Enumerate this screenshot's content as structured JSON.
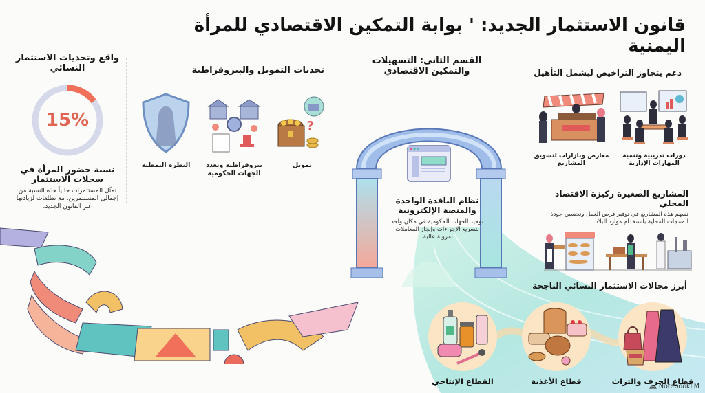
{
  "header": {
    "title": "قانون الاستثمار الجديد: ' بوابة التمكين الاقتصادي للمرأة اليمنية"
  },
  "left_panel": {
    "heading": "واقع وتحديات الاستثمار النسائي",
    "stat_value": "15%",
    "stat_percent": 15,
    "stat_title": "نسبة حضور المرأة في سجلات الاستثمار",
    "stat_description": "تمثّل المستثمرات حالياً هذه النسبة من إجمالي المستثمرين، مع تطلعات لزيادتها عبر القانون الجديد.",
    "colors": {
      "accent": "#f0705a",
      "track": "#d6d9ea"
    }
  },
  "challenges": {
    "heading": "تحديات التمويل والبيروقراطية",
    "items": [
      {
        "label": "النظرة النمطية",
        "icon": "shield-icon"
      },
      {
        "label": "بيروقراطية وتعدد الجهات الحكومية",
        "icon": "bureaucracy-icon"
      },
      {
        "label": "تمويل",
        "icon": "treasure-chest-icon"
      }
    ]
  },
  "section_two": {
    "heading": "القسم الثاني: التسهيلات والتمكين الاقتصادي",
    "gateway_title": "نظام النافذة الواحدة والمنصة الإلكترونية",
    "gateway_description": "توحيد الجهات الحكومية في مكان واحد لتسريع الإجراءات وإنجاز المعاملات بمرونة عالية."
  },
  "support": {
    "heading": "دعم يتجاوز التراخيص ليشمل التأهيل",
    "items": [
      {
        "label": "معارض وبازارات لتسويق المشاريع",
        "icon": "market-stall-icon"
      },
      {
        "label": "دورات تدريبية وتنمية المهارات الإدارية",
        "icon": "training-icon"
      }
    ]
  },
  "small_projects": {
    "heading": "المشاريع الصغيرة ركيزة الاقتصاد المحلي",
    "description": "تسهم هذه المشاريع في توفير فرص العمل وتحسين جودة المنتجات المحلية باستخدام موارد البلاد."
  },
  "sectors": {
    "heading": "أبرز مجالات الاستثمار النسائي الناجحة",
    "items": [
      {
        "label": "قطاع الحرف والتراث",
        "icon": "clothing-bags-icon"
      },
      {
        "label": "قطاع الأغذية",
        "icon": "bread-cake-icon"
      },
      {
        "label": "القطاع الإنتاجي",
        "icon": "cosmetics-icon"
      }
    ]
  },
  "footer": {
    "brand": "NotebookLM"
  }
}
